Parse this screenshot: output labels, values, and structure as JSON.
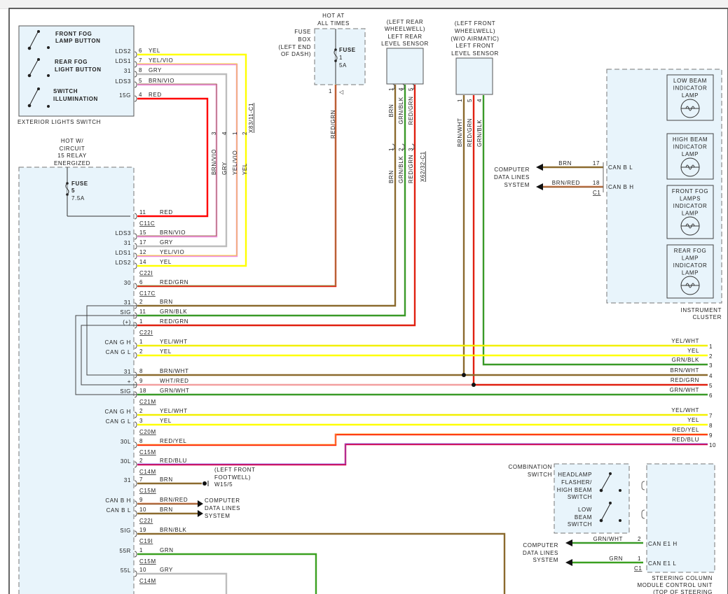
{
  "components": {
    "exterior_lights_switch": {
      "label": "EXTERIOR LIGHTS SWITCH",
      "buttons": [
        "FRONT FOG",
        "LAMP BUTTON",
        "REAR FOG",
        "LIGHT BUTTON",
        "SWITCH",
        "ILLUMINATION"
      ],
      "pins": [
        {
          "name": "LDS2",
          "pin": "6",
          "wire": "YEL"
        },
        {
          "name": "LDS1",
          "pin": "7",
          "wire": "YEL/VIO"
        },
        {
          "name": "31",
          "pin": "8",
          "wire": "GRY"
        },
        {
          "name": "LDS3",
          "pin": "5",
          "wire": "BRN/VIO"
        },
        {
          "name": "15G",
          "pin": "4",
          "wire": "RED"
        }
      ],
      "connector": "X83/11-C1",
      "vertical_pins": [
        {
          "pin": "3",
          "wire": "BRN/VIO"
        },
        {
          "pin": "4",
          "wire": "GRY"
        },
        {
          "pin": "1",
          "wire": "YEL/VIO"
        },
        {
          "pin": "2",
          "wire": "YEL"
        }
      ]
    },
    "hot_circuit15": {
      "label": [
        "HOT W/",
        "CIRCUIT",
        "15 RELAY",
        "ENERGIZED"
      ],
      "fuse": [
        "FUSE",
        "5",
        "7.5A"
      ]
    },
    "fuse_box": {
      "hot_label": [
        "HOT AT",
        "ALL TIMES"
      ],
      "label": [
        "FUSE",
        "BOX",
        "(LEFT END",
        "OF DASH)"
      ],
      "fuse": [
        "FUSE",
        "1",
        "5A"
      ],
      "pin": "1",
      "wire": "RED/GRN"
    },
    "left_rear_sensor": {
      "label": [
        "(LEFT REAR",
        "WHEELWELL)",
        "LEFT REAR",
        "LEVEL SENSOR"
      ],
      "pins_top": [
        "1",
        "4",
        "5"
      ],
      "pins_bottom": [
        "1",
        "2",
        "3"
      ],
      "wires": [
        "BRN",
        "GRN/BLK",
        "RED/GRN"
      ],
      "connector": "X62/32-C1"
    },
    "left_front_sensor": {
      "label": [
        "(LEFT FRONT",
        "WHEELWELL)",
        "(W/O AIRMATIC)",
        "LEFT FRONT",
        "LEVEL SENSOR"
      ],
      "pins": [
        "1",
        "5",
        "4"
      ],
      "wires": [
        "BRN/WHT",
        "RED/GRN",
        "GRN/BLK"
      ]
    },
    "instrument_cluster": {
      "label": [
        "INSTRUMENT",
        "CLUSTER"
      ],
      "lamps": [
        [
          "LOW BEAM",
          "INDICATOR",
          "LAMP"
        ],
        [
          "HIGH BEAM",
          "INDICATOR",
          "LAMP"
        ],
        [
          "FRONT FOG",
          "LAMPS",
          "INDICATOR",
          "LAMP"
        ],
        [
          "REAR FOG",
          "LAMP",
          "INDICATOR",
          "LAMP"
        ]
      ],
      "can": [
        {
          "name": "CAN B L",
          "pin": "17",
          "wire": "BRN"
        },
        {
          "name": "CAN B H",
          "pin": "18",
          "wire": "BRN/RED"
        }
      ],
      "connector": "C1",
      "cdl": [
        "COMPUTER",
        "DATA LINES",
        "SYSTEM"
      ]
    },
    "combination_switch": {
      "label": [
        "COMBINATION",
        "SWITCH"
      ],
      "switches": [
        [
          "HEADLAMP",
          "FLASHER/",
          "HIGH BEAM",
          "SWITCH"
        ],
        [
          "LOW",
          "BEAM",
          "SWITCH"
        ]
      ]
    },
    "steering_module": {
      "label": [
        "STEERING COLUMN",
        "MODULE CONTROL UNIT",
        "(TOP OF STEERING"
      ],
      "can": [
        {
          "name": "CAN E1 H",
          "pin": "2",
          "wire": "GRN/WHT"
        },
        {
          "name": "CAN E1 L",
          "pin": "1",
          "wire": "GRN"
        }
      ],
      "connector": "C1",
      "cdl": [
        "COMPUTER",
        "DATA LINES",
        "SYSTEM"
      ]
    },
    "ground": {
      "label": [
        "(LEFT FRONT",
        "FOOTWELL)",
        "W15/5"
      ]
    },
    "cdl_left": [
      "COMPUTER",
      "DATA LINES",
      "SYSTEM"
    ]
  },
  "module_rows": [
    {
      "name": "",
      "pin": "11",
      "wire": "RED",
      "conn": "C11C"
    },
    {
      "name": "LDS3",
      "pin": "15",
      "wire": "BRN/VIO"
    },
    {
      "name": "31",
      "pin": "17",
      "wire": "GRY"
    },
    {
      "name": "LDS1",
      "pin": "12",
      "wire": "YEL/VIO"
    },
    {
      "name": "LDS2",
      "pin": "14",
      "wire": "YEL",
      "conn": "C22I"
    },
    {
      "name": "30",
      "pin": "6",
      "wire": "RED/GRN",
      "conn": "C17C"
    },
    {
      "name": "31",
      "pin": "2",
      "wire": "BRN"
    },
    {
      "name": "SIG",
      "pin": "11",
      "wire": "GRN/BLK"
    },
    {
      "name": "(+)",
      "pin": "1",
      "wire": "RED/GRN",
      "conn": "C22I"
    },
    {
      "name": "CAN G H",
      "pin": "1",
      "wire": "YEL/WHT"
    },
    {
      "name": "CAN G L",
      "pin": "2",
      "wire": "YEL"
    },
    {
      "name": "31",
      "pin": "8",
      "wire": "BRN/WHT"
    },
    {
      "name": "+",
      "pin": "9",
      "wire": "WHT/RED"
    },
    {
      "name": "SIG",
      "pin": "18",
      "wire": "GRN/WHT",
      "conn": "C21M"
    },
    {
      "name": "CAN G H",
      "pin": "2",
      "wire": "YEL/WHT"
    },
    {
      "name": "CAN G L",
      "pin": "3",
      "wire": "YEL",
      "conn": "C20M"
    },
    {
      "name": "30L",
      "pin": "8",
      "wire": "RED/YEL",
      "conn": "C15M"
    },
    {
      "name": "30L",
      "pin": "2",
      "wire": "RED/BLU",
      "conn": "C14M"
    },
    {
      "name": "31",
      "pin": "7",
      "wire": "BRN",
      "conn": "C15M"
    },
    {
      "name": "CAN B H",
      "pin": "9",
      "wire": "BRN/RED"
    },
    {
      "name": "CAN B L",
      "pin": "10",
      "wire": "BRN",
      "conn": "C22I"
    },
    {
      "name": "SIG",
      "pin": "19",
      "wire": "BRN/BLK",
      "conn": "C19I"
    },
    {
      "name": "55R",
      "pin": "1",
      "wire": "GRN",
      "conn": "C15M"
    },
    {
      "name": "55L",
      "pin": "10",
      "wire": "GRY",
      "conn": "C14M"
    }
  ],
  "right_refs": [
    {
      "wire": "YEL/WHT",
      "ref": "1"
    },
    {
      "wire": "YEL",
      "ref": "2"
    },
    {
      "wire": "GRN/BLK",
      "ref": "3"
    },
    {
      "wire": "BRN/WHT",
      "ref": "4"
    },
    {
      "wire": "RED/GRN",
      "ref": "5"
    },
    {
      "wire": "GRN/WHT",
      "ref": "6"
    },
    {
      "wire": "YEL/WHT",
      "ref": "7"
    },
    {
      "wire": "YEL",
      "ref": "8"
    },
    {
      "wire": "RED/YEL",
      "ref": "9"
    },
    {
      "wire": "RED/BLU",
      "ref": "10"
    }
  ],
  "wire_colors": {
    "YEL": "#ffff00",
    "YEL/VIO": "#f4e000",
    "GRY": "#bdbdbd",
    "BRN/VIO": "#8b6a2e",
    "RED": "#ff0000",
    "RED/GRN": "#e02010",
    "BRN": "#8b6a2e",
    "GRN/BLK": "#3a9a28",
    "YEL/WHT": "#f2f000",
    "BRN/WHT": "#8b6a2e",
    "WHT/RED": "#f3a0a0",
    "GRN/WHT": "#3a9a28",
    "RED/YEL": "#ff2000",
    "RED/BLU": "#d4004a",
    "BRN/RED": "#9a5a2a",
    "BRN/BLK": "#8b6a2e",
    "GRN": "#3aa020"
  }
}
